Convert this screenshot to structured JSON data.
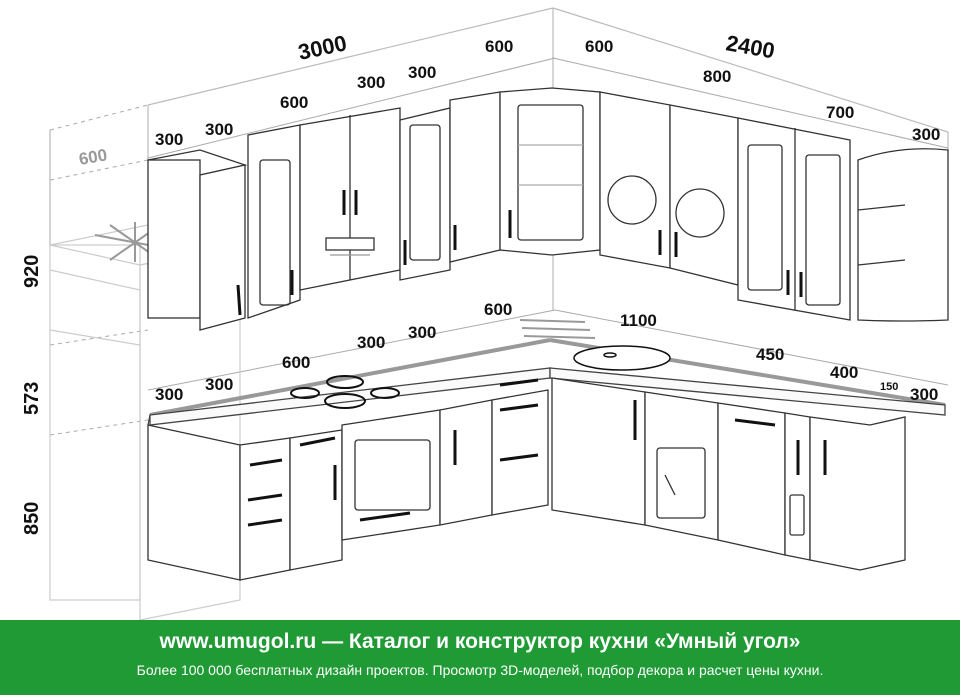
{
  "dimensions": {
    "top_left": "3000",
    "top_right": "2400",
    "height_upper": "920",
    "height_mid": "573",
    "height_base": "850",
    "fridge_depth": "600",
    "upper_left": [
      "300",
      "300",
      "600",
      "300",
      "300",
      "600"
    ],
    "upper_right": [
      "600",
      "800",
      "700",
      "300"
    ],
    "base_left": [
      "300",
      "300",
      "600",
      "300",
      "300",
      "600"
    ],
    "base_right": [
      "1100",
      "450",
      "400",
      "150",
      "300"
    ]
  },
  "footer": {
    "title": "www.umugol.ru — Каталог и конструктор кухни «Умный угол»",
    "subtitle": "Более 100 000 бесплатных дизайн проектов. Просмотр 3D-моделей, подбор декора и расчет цены кухни."
  }
}
